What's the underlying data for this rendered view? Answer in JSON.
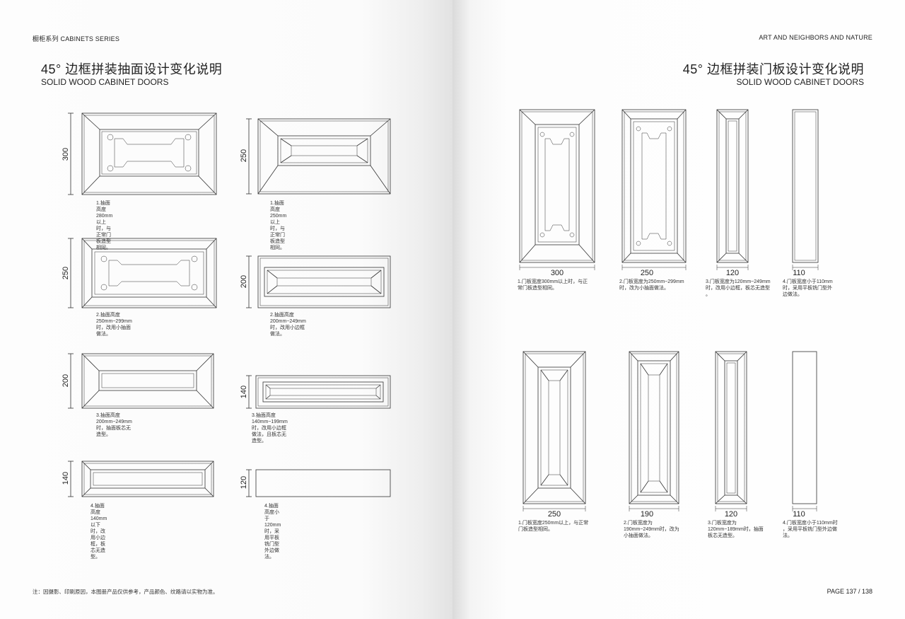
{
  "left": {
    "header": "橱柜系列  CABINETS SERIES",
    "title": "45°  边框拼装抽面设计变化说明",
    "subtitle": "SOLID WOOD CABINET DOORS",
    "footnote": "注：因摄影、印刷原因，本图册产品仅供参考，产品颜色、纹路请以实物为准。",
    "drawings": [
      {
        "dim": "300",
        "caption": "1.抽面高度280mm以上时，与正常门板造型相同。"
      },
      {
        "dim": "250",
        "caption": "1.抽面高度250mm以上时，与正常门板造型相同。"
      },
      {
        "dim": "250",
        "caption": "2.抽面高度250mm~299mm时，改用小抽面做法。"
      },
      {
        "dim": "200",
        "caption": "2.抽面高度200mm~249mm时，改用小边框做法。"
      },
      {
        "dim": "200",
        "caption": "3.抽面高度200mm~249mm时，抽面板芯无造型。"
      },
      {
        "dim": "140",
        "caption": "3.抽面高度140mm~199mm时，改用小边框做法，且板芯无造型。"
      },
      {
        "dim": "140",
        "caption": "4.抽面高度140mm以下时，改用小边框，板芯无造型。"
      },
      {
        "dim": "120",
        "caption": "4.抽面高度小于120mm时，采用平板铣门型外边做法。"
      }
    ]
  },
  "right": {
    "header": "ART AND NEIGHBORS AND NATURE",
    "title": "45°  边框拼装门板设计变化说明",
    "subtitle": "SOLID WOOD CABINET DOORS",
    "page_number": "PAGE  137 / 138",
    "doors": [
      {
        "dim": "300",
        "caption": [
          "1.门板宽度300mm以上时，与正",
          "常门板造型相同。"
        ]
      },
      {
        "dim": "250",
        "caption": [
          "2.门板宽度为250mm~299mm",
          "时，改为小抽面做法。"
        ]
      },
      {
        "dim": "120",
        "caption": [
          "3.门板宽度为120mm~249mm",
          "时，改用小边框，板芯无造型",
          "。"
        ]
      },
      {
        "dim": "110",
        "caption": [
          "4.门板宽度小于110mm",
          "时，采用平板铣门型外",
          "边做法。"
        ]
      },
      {
        "dim": "250",
        "caption": [
          "1.门板宽度250mm以上，与正常",
          "门板造型相同。"
        ]
      },
      {
        "dim": "190",
        "caption": [
          "2.门板宽度为",
          "190mm~249mm时，改为",
          "小抽面做法。"
        ]
      },
      {
        "dim": "120",
        "caption": [
          "3.门板宽度为",
          "120mm~189mm时，抽面",
          "板芯无造型。"
        ]
      },
      {
        "dim": "110",
        "caption": [
          "4.门板宽度小于110mm时",
          "，采用平板铣门型外边做",
          "法。"
        ]
      }
    ]
  }
}
